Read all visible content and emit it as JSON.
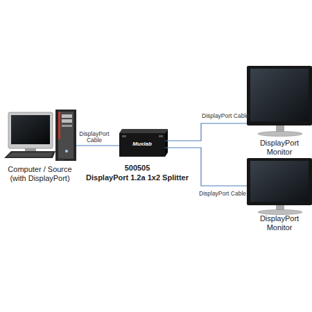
{
  "diagram": {
    "nodes": [
      {
        "text": [
          "Computer / Source (with DisplayPort)"
        ]
      },
      {
        "text": [
          "500505",
          "DisplayPort 1.2a 1x2 Splitter"
        ]
      },
      {
        "text": [
          "DisplayPort Monitor"
        ]
      },
      {
        "text": [
          "DisplayPort Monitor"
        ]
      }
    ],
    "edges": [
      {
        "from": 0,
        "to": 1,
        "arrow": "none",
        "label": "DisplayPort Cable"
      },
      {
        "from": 1,
        "to": 2,
        "arrow": "none",
        "label": "DisplayPort Cable"
      },
      {
        "from": 1,
        "to": 3,
        "arrow": "none",
        "label": "DisplayPort Cable"
      }
    ],
    "labels": [
      "Muxlab"
    ]
  }
}
